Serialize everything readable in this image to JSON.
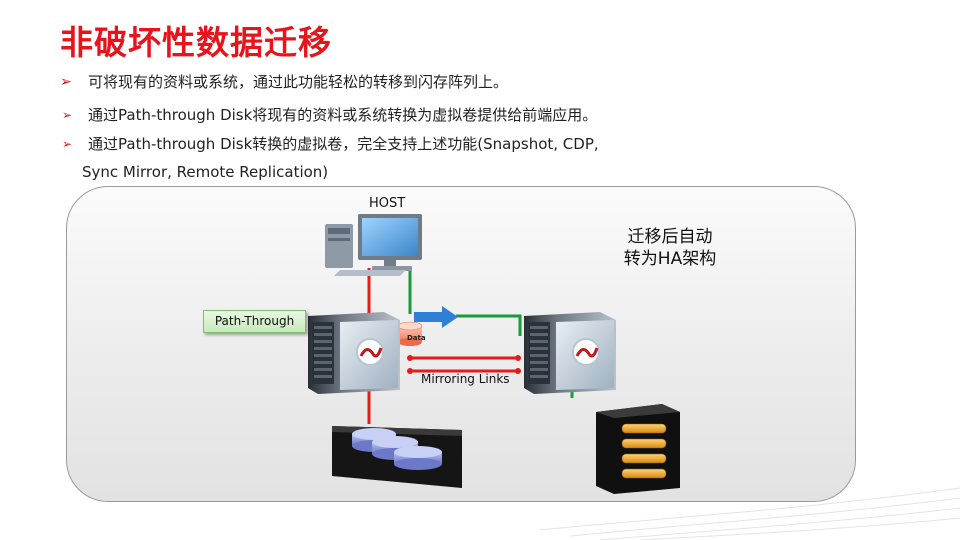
{
  "slide": {
    "title": "非破坏性数据迁移"
  },
  "bullets": [
    "可将现有的资料或系统，通过此功能轻松的转移到闪存阵列上。",
    "通过Path-through Disk将现有的资料或系统转换为虚拟卷提供给前端应用。",
    "通过Path-through Disk转换的虚拟卷，完全支持上述功能(Snapshot, CDP,",
    "Sync Mirror, Remote Replication)"
  ],
  "diagram": {
    "host_label": "HOST",
    "ha_line1": "迁移后自动",
    "ha_line2": "转为HA架构",
    "path_through_label": "Path-Through",
    "mirroring_label": "Mirroring Links",
    "data_label": "Data",
    "icons": [
      "host-pc-icon",
      "storage-server-icon",
      "data-cylinder-icon",
      "disk-tray-icon",
      "flash-array-icon"
    ],
    "colors": {
      "title": "#e8141b",
      "link_red": "#e31c1c",
      "link_green": "#1a9a3a",
      "arrow_blue": "#2f7ed8"
    }
  }
}
